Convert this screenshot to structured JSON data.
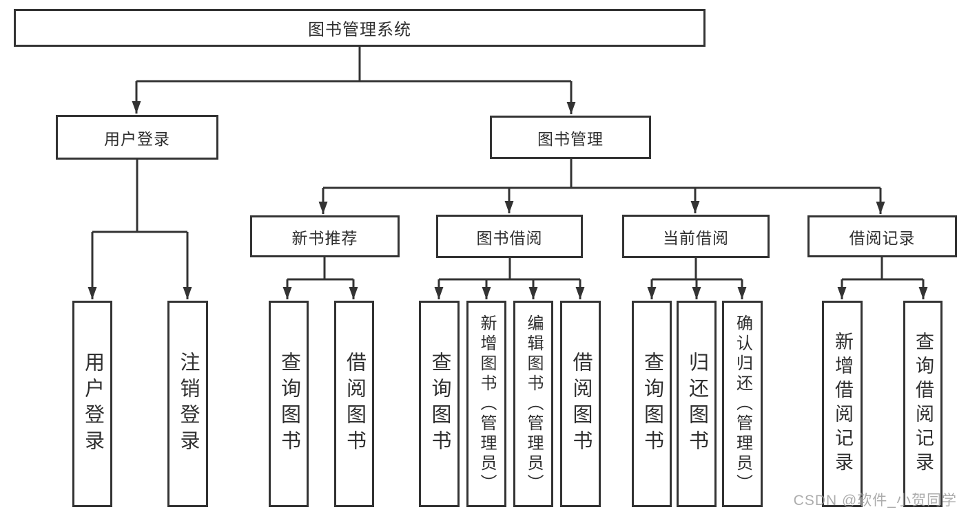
{
  "colors": {
    "line": "#333333",
    "box_border": "#333333",
    "text": "#2f2f2f",
    "background": "#ffffff",
    "watermark": "#9e9e9e"
  },
  "watermark": {
    "text": "CSDN @软件_小贺同学"
  },
  "tree": {
    "root": {
      "label": "图书管理系统",
      "children": [
        {
          "label": "用户登录",
          "children": [
            {
              "label": "用户登录"
            },
            {
              "label": "注销登录"
            }
          ]
        },
        {
          "label": "图书管理",
          "children": [
            {
              "label": "新书推荐",
              "children": [
                {
                  "label": "查询图书"
                },
                {
                  "label": "借阅图书"
                }
              ]
            },
            {
              "label": "图书借阅",
              "children": [
                {
                  "label": "查询图书"
                },
                {
                  "label": "新增图书（管理员）"
                },
                {
                  "label": "编辑图书（管理员）"
                },
                {
                  "label": "借阅图书"
                }
              ]
            },
            {
              "label": "当前借阅",
              "children": [
                {
                  "label": "查询图书"
                },
                {
                  "label": "归还图书"
                },
                {
                  "label": "确认归还（管理员）"
                }
              ]
            },
            {
              "label": "借阅记录",
              "children": [
                {
                  "label": "新增借阅记录"
                },
                {
                  "label": "查询借阅记录"
                }
              ]
            }
          ]
        }
      ]
    }
  }
}
